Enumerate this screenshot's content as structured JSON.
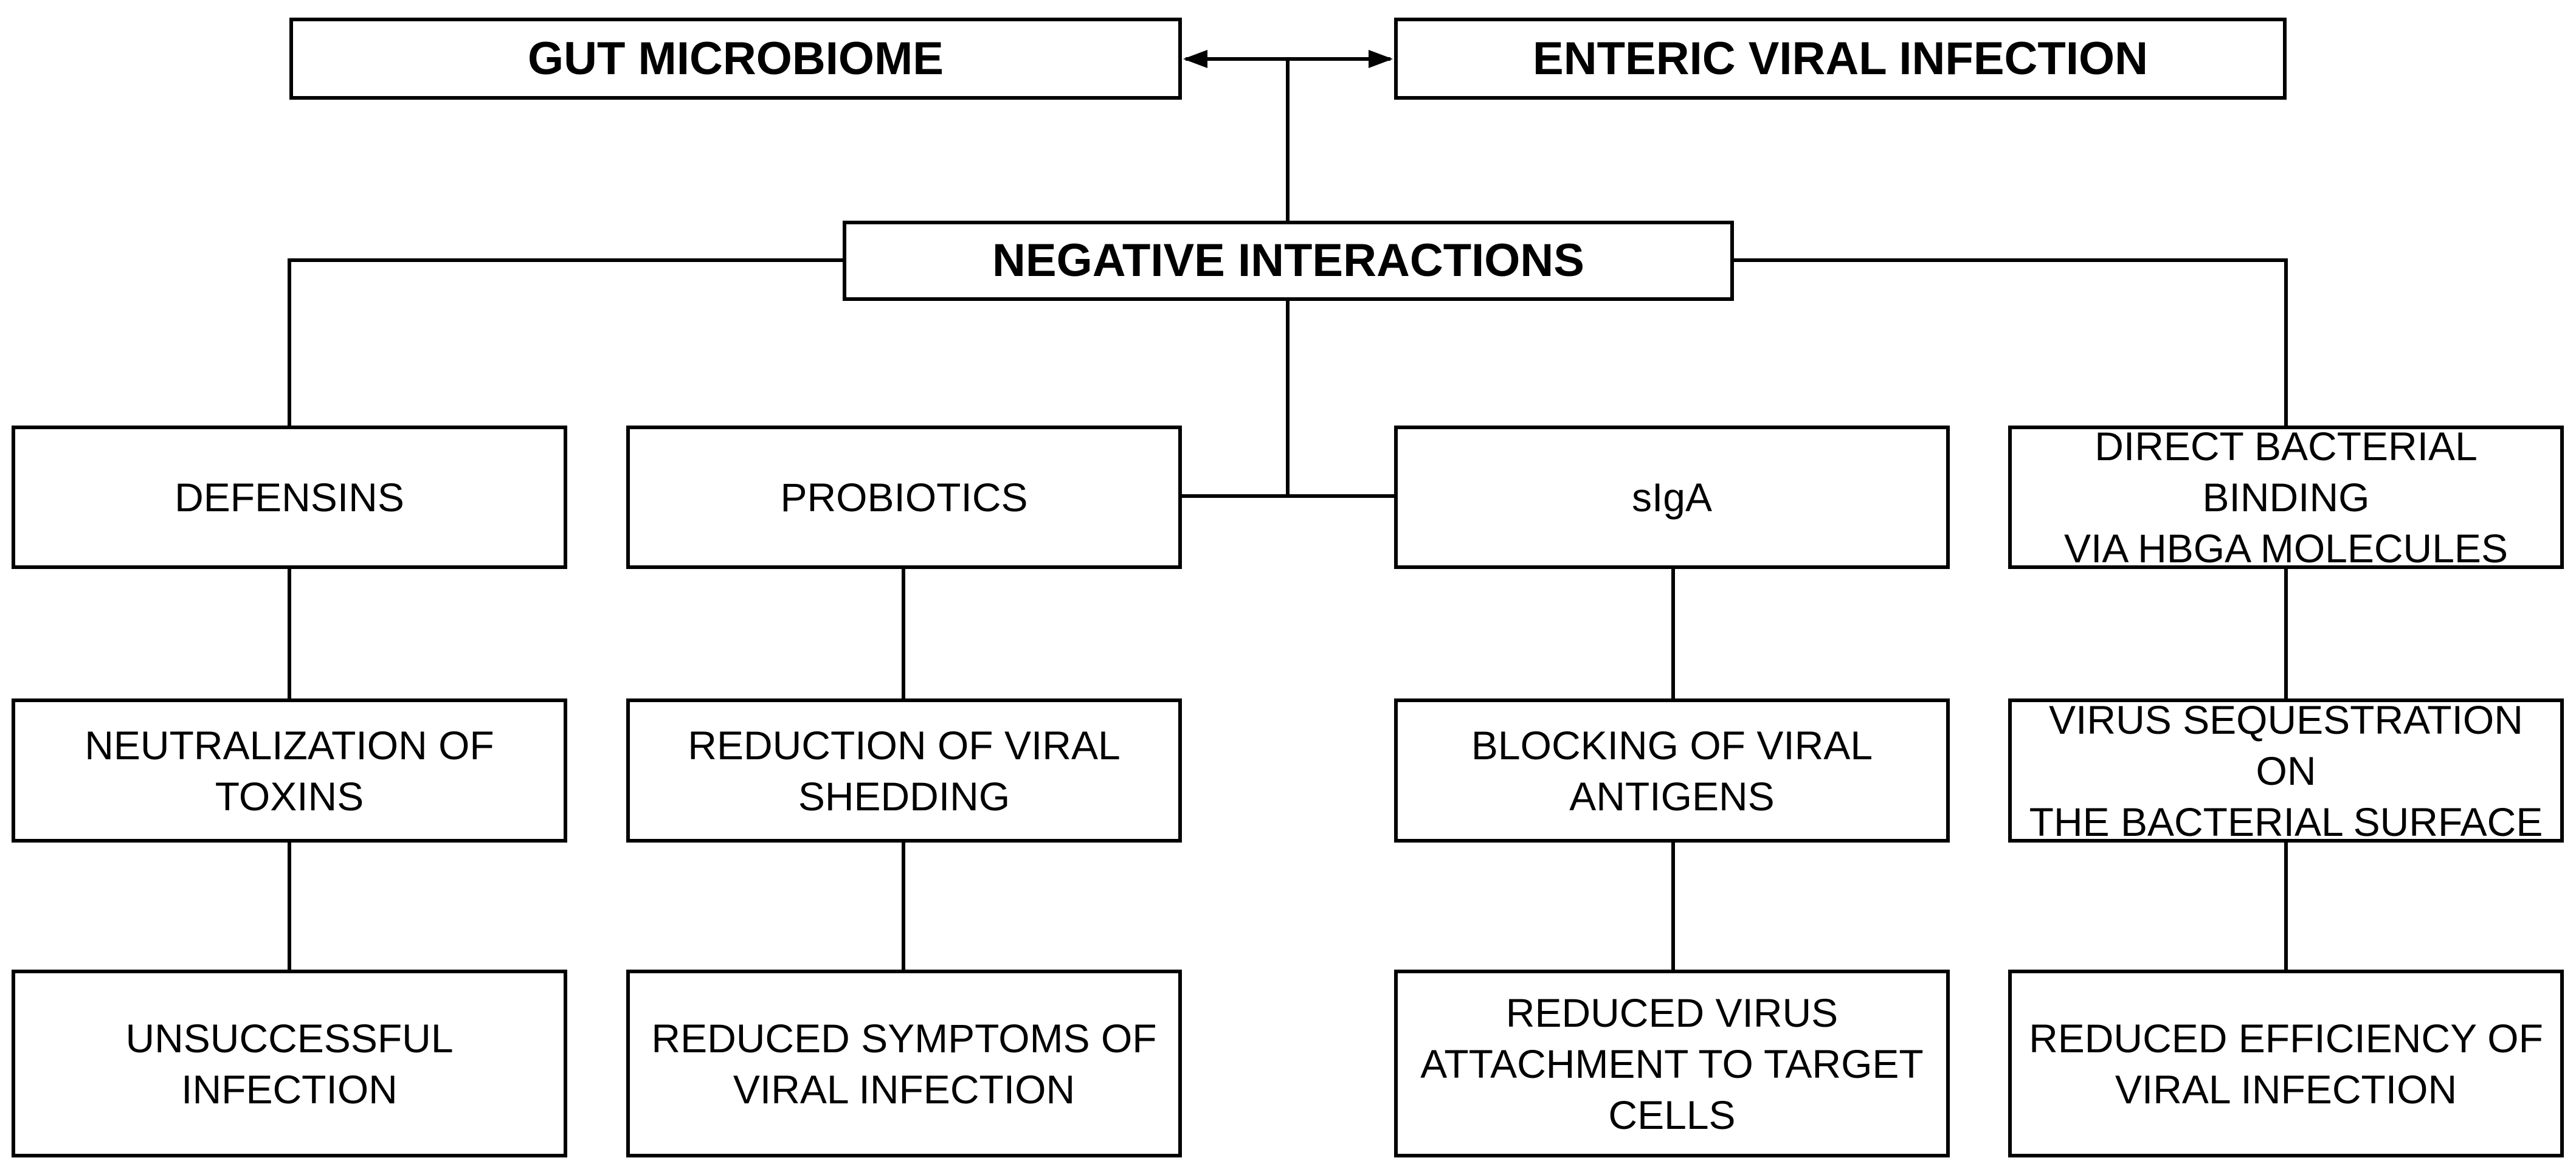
{
  "diagram": {
    "top_left": "GUT MICROBIOME",
    "top_right": "ENTERIC VIRAL INFECTION",
    "center": "NEGATIVE INTERACTIONS",
    "branches": [
      {
        "mechanism": "DEFENSINS",
        "effect": "NEUTRALIZATION OF TOXINS",
        "outcome": "UNSUCCESSFUL INFECTION"
      },
      {
        "mechanism": "PROBIOTICS",
        "effect": "REDUCTION OF VIRAL\nSHEDDING",
        "outcome": "REDUCED SYMPTOMS OF\nVIRAL INFECTION"
      },
      {
        "mechanism": "sIgA",
        "effect": "BLOCKING OF VIRAL\nANTIGENS",
        "outcome": "REDUCED VIRUS\nATTACHMENT TO TARGET\nCELLS"
      },
      {
        "mechanism": "DIRECT BACTERIAL BINDING\nVIA HBGA MOLECULES",
        "effect": "VIRUS SEQUESTRATION ON\nTHE BACTERIAL SURFACE",
        "outcome": "REDUCED EFFICIENCY OF\nVIRAL INFECTION"
      }
    ]
  }
}
